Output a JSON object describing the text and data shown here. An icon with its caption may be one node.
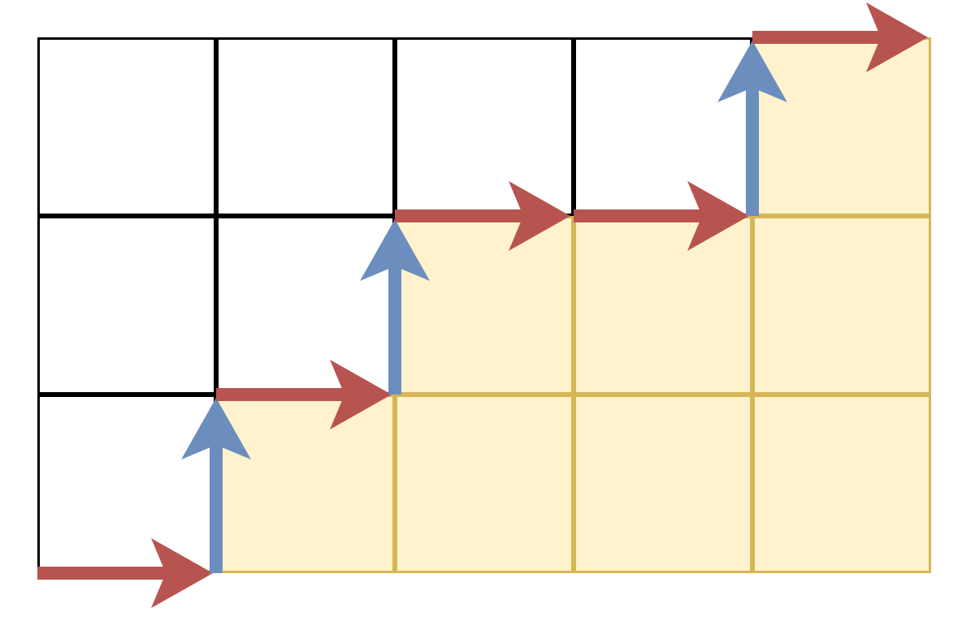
{
  "diagram": {
    "nodes": [
      {
        "text": [],
        "shape": "box"
      },
      {
        "text": [],
        "shape": "box"
      },
      {
        "text": [],
        "shape": "box"
      },
      {
        "text": [],
        "shape": "box"
      },
      {
        "text": [],
        "shape": "box"
      },
      {
        "text": [],
        "shape": "box"
      },
      {
        "text": [],
        "shape": "box"
      },
      {
        "text": [],
        "shape": "box"
      },
      {
        "text": [],
        "shape": "box"
      },
      {
        "text": [],
        "shape": "box"
      },
      {
        "text": [],
        "shape": "box"
      },
      {
        "text": [],
        "shape": "box"
      },
      {
        "text": [],
        "shape": "box"
      },
      {
        "text": [],
        "shape": "box"
      },
      {
        "text": [],
        "shape": "box"
      }
    ],
    "edges": [
      {
        "from": 10,
        "to": 11,
        "arrow": "to"
      },
      {
        "from": 10,
        "to": 5,
        "arrow": "to",
        "color": "#6c8ebf"
      },
      {
        "from": 5,
        "to": 6,
        "arrow": "to"
      },
      {
        "from": 6,
        "to": 1,
        "arrow": "to",
        "color": "#6c8ebf"
      },
      {
        "from": 1,
        "to": 2,
        "arrow": "to"
      },
      {
        "from": 2,
        "to": 3,
        "arrow": "to"
      },
      {
        "from": 3,
        "to": 4,
        "arrow": "to",
        "color": "#6c8ebf"
      },
      {
        "from": 3,
        "to": 4,
        "arrow": "to"
      }
    ]
  }
}
